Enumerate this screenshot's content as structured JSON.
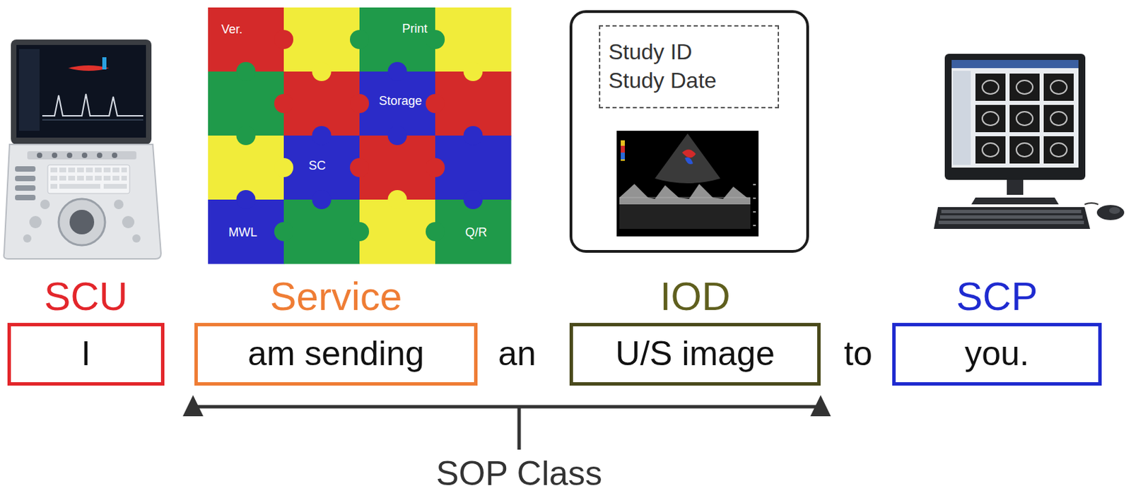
{
  "diagram": {
    "nodes": [
      {
        "text": [
          "Study ID Study Date"
        ]
      },
      {
        "text": [
          "SCU",
          "I"
        ]
      },
      {
        "text": [
          "Service",
          "am sending"
        ]
      },
      {
        "text": [
          "IOD",
          "U/S image"
        ]
      },
      {
        "text": [
          "SCP",
          "you."
        ]
      }
    ],
    "labels": [
      "Ver.",
      "Print",
      "Storage",
      "SC",
      "MWL",
      "Q/R",
      "an",
      "to",
      "SOP Class"
    ]
  }
}
